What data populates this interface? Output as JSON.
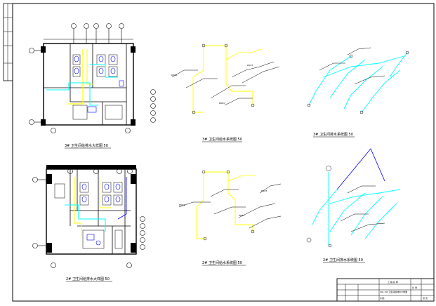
{
  "captions": {
    "plan_top": "3# 卫生间给排水大样图 50",
    "plan_bottom": "2# 卫生间给排水大样图 50",
    "axo_top_left": "3# 卫生间给水系统图 50",
    "axo_top_right": "3# 卫生间排水系统图 50",
    "axo_bottom_left": "2# 卫生间给水系统图 50",
    "axo_bottom_right": "2# 卫生间排水系统图 50"
  },
  "title_block": {
    "header": "工 程 名 称",
    "drawing_name": "2#~3# 卫生间给排水大样图",
    "scale_label": "比 例",
    "drawing_no": "水施-",
    "page": "张 页"
  },
  "colors": {
    "line": "#000000",
    "water_supply": "#ffff00",
    "drainage": "#00ffff",
    "fixtures": "#0000ff",
    "walls": "#000000"
  }
}
